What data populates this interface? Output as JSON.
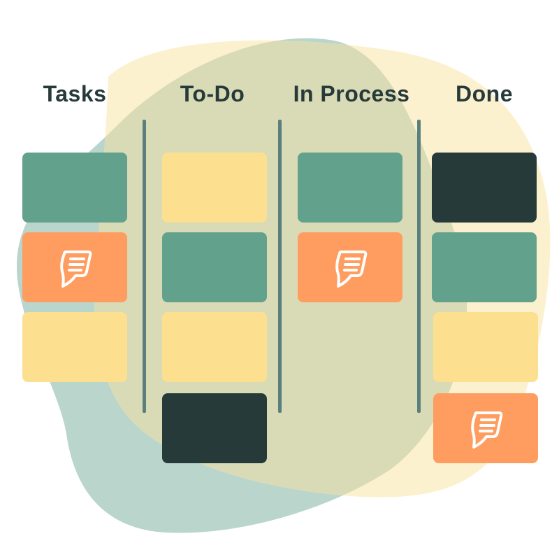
{
  "colors": {
    "blob_back": "#b9d5cc",
    "blob_front": "#fcf1cf",
    "overlap": "#d9dab6",
    "green": "#62a18c",
    "yellow": "#fce08f",
    "orange": "#fe9d5f",
    "dark": "#263a39",
    "divider": "#5a7f7d",
    "heading": "#263a39"
  },
  "columns": [
    {
      "title": "Tasks",
      "cards": [
        "green",
        "orange-note",
        "yellow"
      ]
    },
    {
      "title": "To-Do",
      "cards": [
        "yellow",
        "green",
        "yellow",
        "dark"
      ]
    },
    {
      "title": "In Process",
      "cards": [
        "green",
        "orange-note"
      ]
    },
    {
      "title": "Done",
      "cards": [
        "dark",
        "green",
        "yellow",
        "orange-note"
      ]
    }
  ],
  "note_icon": "document-note-icon"
}
